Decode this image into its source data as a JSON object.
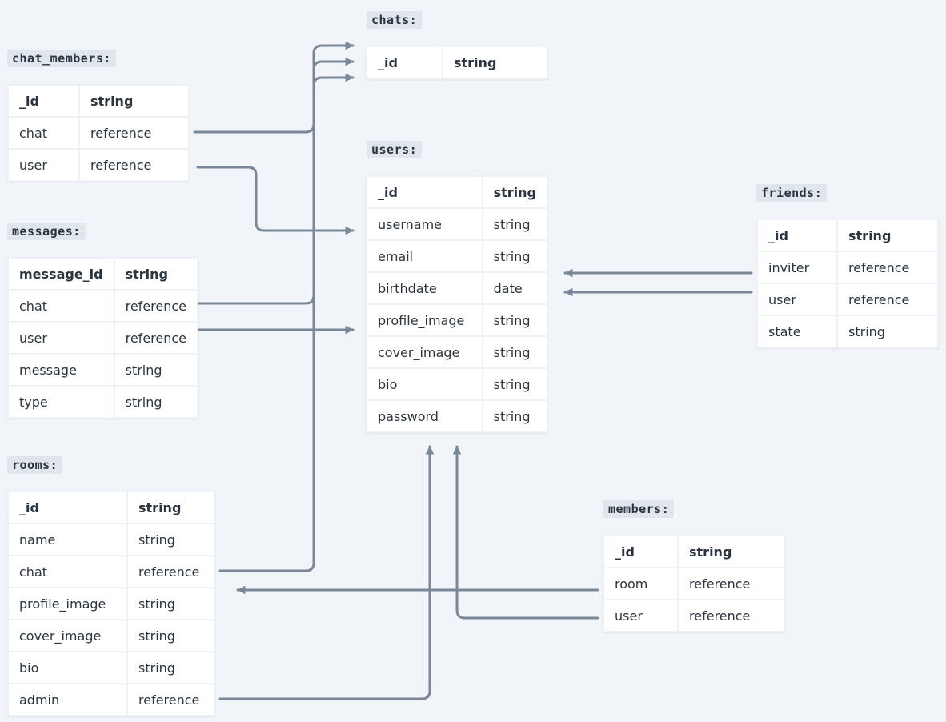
{
  "entities": {
    "chats": {
      "title": "chats:",
      "fields": [
        {
          "name": "_id",
          "type": "string"
        }
      ]
    },
    "chat_members": {
      "title": "chat_members:",
      "fields": [
        {
          "name": "_id",
          "type": "string"
        },
        {
          "name": "chat",
          "type": "reference"
        },
        {
          "name": "user",
          "type": "reference"
        }
      ]
    },
    "users": {
      "title": "users:",
      "fields": [
        {
          "name": "_id",
          "type": "string"
        },
        {
          "name": "username",
          "type": "string"
        },
        {
          "name": "email",
          "type": "string"
        },
        {
          "name": "birthdate",
          "type": "date"
        },
        {
          "name": "profile_image",
          "type": "string"
        },
        {
          "name": "cover_image",
          "type": "string"
        },
        {
          "name": "bio",
          "type": "string"
        },
        {
          "name": "password",
          "type": "string"
        }
      ]
    },
    "friends": {
      "title": "friends:",
      "fields": [
        {
          "name": "_id",
          "type": "string"
        },
        {
          "name": "inviter",
          "type": "reference"
        },
        {
          "name": "user",
          "type": "reference"
        },
        {
          "name": "state",
          "type": "string"
        }
      ]
    },
    "messages": {
      "title": "messages:",
      "fields": [
        {
          "name": "message_id",
          "type": "string"
        },
        {
          "name": "chat",
          "type": "reference"
        },
        {
          "name": "user",
          "type": "reference"
        },
        {
          "name": "message",
          "type": "string"
        },
        {
          "name": "type",
          "type": "string"
        }
      ]
    },
    "rooms": {
      "title": "rooms:",
      "fields": [
        {
          "name": "_id",
          "type": "string"
        },
        {
          "name": "name",
          "type": "string"
        },
        {
          "name": "chat",
          "type": "reference"
        },
        {
          "name": "profile_image",
          "type": "string"
        },
        {
          "name": "cover_image",
          "type": "string"
        },
        {
          "name": "bio",
          "type": "string"
        },
        {
          "name": "admin",
          "type": "reference"
        }
      ]
    },
    "members": {
      "title": "members:",
      "fields": [
        {
          "name": "_id",
          "type": "string"
        },
        {
          "name": "room",
          "type": "reference"
        },
        {
          "name": "user",
          "type": "reference"
        }
      ]
    }
  },
  "relations": [
    {
      "from": "chat_members.chat",
      "to": "chats._id"
    },
    {
      "from": "messages.chat",
      "to": "chats._id"
    },
    {
      "from": "rooms.chat",
      "to": "chats._id"
    },
    {
      "from": "chat_members.user",
      "to": "users._id"
    },
    {
      "from": "messages.user",
      "to": "users._id"
    },
    {
      "from": "friends.inviter",
      "to": "users._id"
    },
    {
      "from": "friends.user",
      "to": "users._id"
    },
    {
      "from": "rooms.admin",
      "to": "users._id"
    },
    {
      "from": "members.user",
      "to": "users._id"
    },
    {
      "from": "members.room",
      "to": "rooms._id"
    }
  ],
  "colors": {
    "connector": "#7a8796",
    "background": "#f1f4f8",
    "title_bg": "#e1e6ed"
  }
}
